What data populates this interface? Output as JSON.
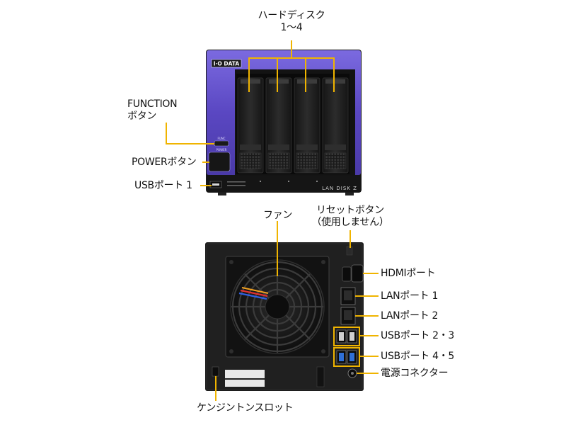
{
  "front_labels": {
    "hard_disk_line1": "ハードディスク",
    "hard_disk_line2": "1～4",
    "function_line1": "FUNCTION",
    "function_line2": "ボタン",
    "power": "POWERボタン",
    "usb1": "USBポート 1"
  },
  "back_labels": {
    "fan": "ファン",
    "reset_line1": "リセットボタン",
    "reset_line2": "（使用しません）",
    "hdmi": "HDMIポート",
    "lan1": "LANポート 1",
    "lan2": "LANポート 2",
    "usb23": "USBポート 2・3",
    "usb45": "USBポート 4・5",
    "power_connector": "電源コネクター",
    "kensington": "ケンジントンスロット"
  },
  "device_print": {
    "brand": "I·O DATA",
    "model": "LAN DISK Z",
    "func": "FUNC",
    "power": "POWER"
  },
  "colors": {
    "leader": "#f0b400",
    "front_panel": "#5f4dc4",
    "chassis": "#1c1c1c",
    "usb3_blue": "#2f6fd6"
  }
}
